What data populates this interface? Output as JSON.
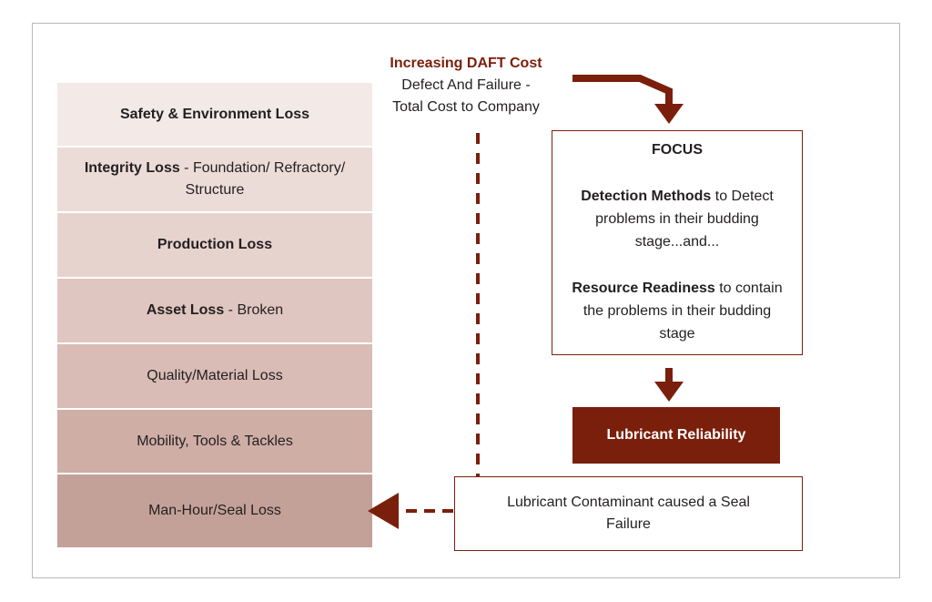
{
  "header": {
    "title": "Increasing DAFT Cost",
    "subtitle_line1": "Defect And Failure -",
    "subtitle_line2": "Total Cost to Company"
  },
  "losses": [
    {
      "bold": "Safety & Environment Loss",
      "rest": "",
      "color": "#f3e9e7"
    },
    {
      "bold": "Integrity Loss",
      "rest": " - Foundation/ Refractory/ Structure",
      "color": "#ecdcd8"
    },
    {
      "bold": "Production Loss",
      "rest": "",
      "color": "#e7d3ce"
    },
    {
      "bold": "Asset Loss",
      "rest": " - Broken",
      "color": "#dfc6c0"
    },
    {
      "bold": "",
      "rest": "Quality/Material Loss",
      "color": "#d8bcb5"
    },
    {
      "bold": "",
      "rest": "Mobility, Tools & Tackles",
      "color": "#cfaea6"
    },
    {
      "bold": "",
      "rest": "Man-Hour/Seal Loss",
      "color": "#c4a198"
    }
  ],
  "focus": {
    "title": "FOCUS",
    "detection_bold": "Detection Methods",
    "detection_rest": " to Detect problems in their budding stage...and...",
    "readiness_bold": "Resource Readiness",
    "readiness_rest": " to contain the problems in their budding stage"
  },
  "reliability_label": "Lubricant Reliability",
  "failure_label": "Lubricant Contaminant caused a Seal Failure",
  "colors": {
    "accent": "#7a1f0b",
    "frame": "#b9b9b9"
  }
}
